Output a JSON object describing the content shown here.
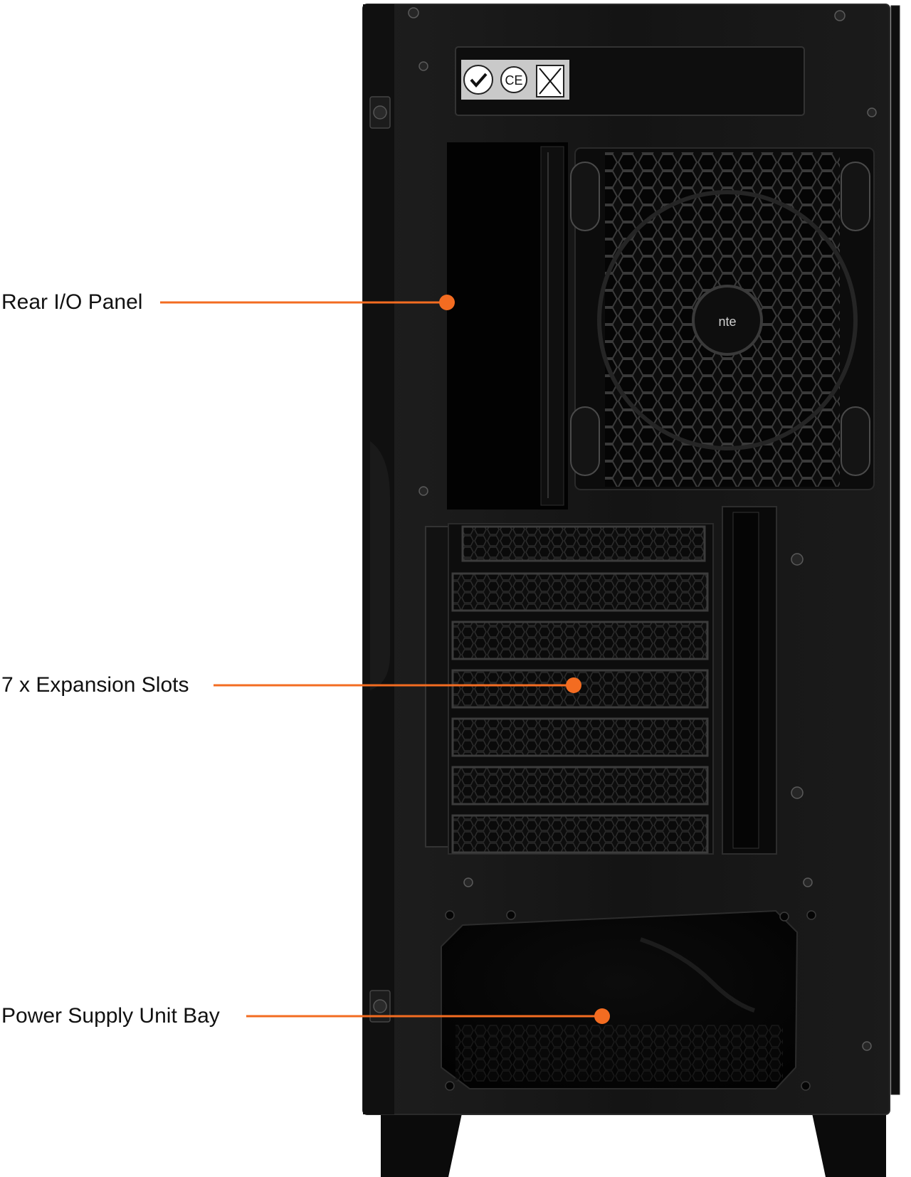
{
  "callouts": [
    {
      "id": "rear-io",
      "label": "Rear I/O Panel"
    },
    {
      "id": "expansion-slots",
      "label": "7 x Expansion Slots"
    },
    {
      "id": "psu-bay",
      "label": "Power Supply Unit Bay"
    }
  ],
  "product": {
    "color": "#111111",
    "badge_logo_text": "CE",
    "fan_hub_text": "nte"
  },
  "colors": {
    "callout_line": "#f36c21",
    "background": "#ffffff",
    "case_body": "#141414"
  }
}
